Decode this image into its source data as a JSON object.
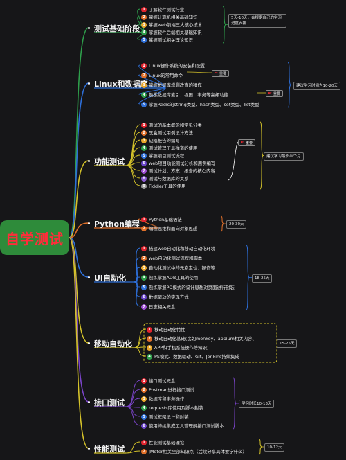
{
  "root": "自学测试",
  "icon_colors": {
    "1": "#e0242e",
    "2": "#e0702a",
    "3": "#e8a62a",
    "4": "#2e9e4b",
    "5": "#2e6fd8",
    "6": "#6a44c8",
    "7": "#9b4bd0",
    "8": "#8a5bd0",
    "9": "#9a9a9a"
  },
  "branches": [
    {
      "title": "测试基础阶段",
      "items": [
        "了解软件测试行业",
        "掌握计算机相关基础知识",
        "掌握web前端三大核心技术",
        "掌握软件后端相关基础知识",
        "掌握测试相关理论知识"
      ],
      "note": "5天-10天，会根据自己的学习进度安排",
      "flags": []
    },
    {
      "title": "Linux和数据库",
      "items": [
        "Linux操作系统的安装和配置",
        "Linux的常用命令",
        "掌握数据库增删改查的操作",
        "熟悉数据库索引、视图、事务等高级功能",
        "掌握Redis的string类型、hash类型、set类型、list类型"
      ],
      "note": "建议学习时间为10-20天",
      "flags": [
        "重要",
        "重要"
      ]
    },
    {
      "title": "功能测试",
      "items": [
        "测试的基本概念和常见分类",
        "黑盒测试用例设计方法",
        "缺陷报告的编写",
        "测试管理工具禅道的使用",
        "掌握项目测试流程",
        "web项目功能测试分析和用例编写",
        "测试计划、方案、报告的核心内容",
        "测试与数据库的关系",
        "Fiddler工具的使用"
      ],
      "note": "建议学习最长半个月",
      "flags": [
        "重要"
      ]
    },
    {
      "title": "Python编程",
      "items": [
        "Python基础语法",
        "编程思维和面向对象思想"
      ],
      "note": "20-30天",
      "flags": []
    },
    {
      "title": "UI自动化",
      "items": [
        "搭建web自动化和移动自动化环境",
        "web自动化测试流程和脚本",
        "自动化测试中的元素定位、操作等",
        "熟练掌握ADB工具的使用",
        "熟练掌握PO模式的设计思想对页面进行封装",
        "数据驱动的实现方式",
        "日志相关概念"
      ],
      "note": "18-25天",
      "flags": []
    },
    {
      "title": "移动自动化",
      "items": [
        "移动自动化特性",
        "移动自动化基础(比如monkey、appium相关内容、",
        "APP和手机系统操作等知识)",
        "PS模式、数据驱动、Git、Jenkins持续集成"
      ],
      "note": "15-25天",
      "flags": []
    },
    {
      "title": "接口测试",
      "items": [
        "接口测试概念",
        "Postman进行接口测试",
        "数据库和事务操作",
        "requests库使用及脚本封装",
        "测试框架设计和封装",
        "使用持续集成工具管理解接口测试脚本"
      ],
      "note": "学习时长10-13天",
      "flags": []
    },
    {
      "title": "性能测试",
      "items": [
        "性能测试基础理论",
        "JMeter相关全部知识点（后续分享具体要学什么）"
      ],
      "note": "10-12天",
      "flags": []
    }
  ]
}
